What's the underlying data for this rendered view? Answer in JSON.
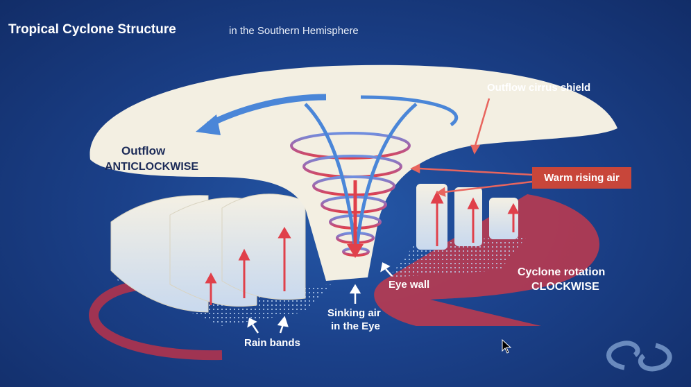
{
  "title": "Tropical Cyclone Structure",
  "subtitle": "in the Southern Hemisphere",
  "labels": {
    "outflow": "Outflow",
    "anticlockwise": "ANTICLOCKWISE",
    "cirrus_shield": "Outflow cirrus shield",
    "warm_rising_air": "Warm rising air",
    "cyclone_rotation": "Cyclone rotation",
    "clockwise": "CLOCKWISE",
    "eye_wall": "Eye wall",
    "sinking_air": "Sinking air",
    "in_the_eye": "in the Eye",
    "rain_bands": "Rain bands"
  },
  "colors": {
    "cloud": "#f3efe2",
    "warm_red": "#d8434a",
    "outflow_blue": "#4a86d8",
    "label_box": "#c8463a"
  },
  "icons": [
    "logo-icon",
    "cursor-icon"
  ]
}
